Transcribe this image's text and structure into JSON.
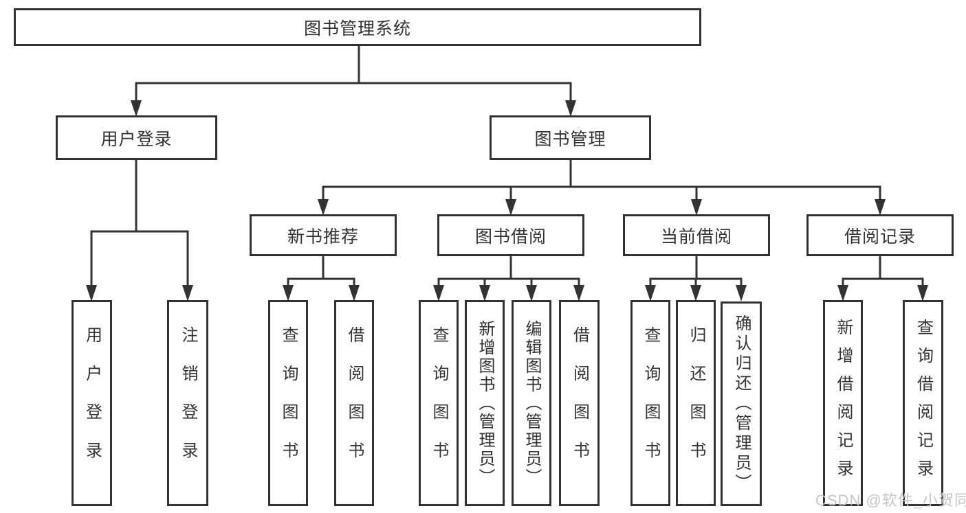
{
  "tree": {
    "label": "图书管理系统",
    "children": [
      {
        "label": "用户登录",
        "children": [
          {
            "label": "用户登录"
          },
          {
            "label": "注销登录"
          }
        ]
      },
      {
        "label": "图书管理",
        "children": [
          {
            "label": "新书推荐",
            "children": [
              {
                "label": "查询图书"
              },
              {
                "label": "借阅图书"
              }
            ]
          },
          {
            "label": "图书借阅",
            "children": [
              {
                "label": "查询图书"
              },
              {
                "label": "新增图书（管理员）"
              },
              {
                "label": "编辑图书（管理员）"
              },
              {
                "label": "借阅图书"
              }
            ]
          },
          {
            "label": "当前借阅",
            "children": [
              {
                "label": "查询图书"
              },
              {
                "label": "归还图书"
              },
              {
                "label": "确认归还（管理员）"
              }
            ]
          },
          {
            "label": "借阅记录",
            "children": [
              {
                "label": "新增借阅记录"
              },
              {
                "label": "查询借阅记录"
              }
            ]
          }
        ]
      }
    ]
  },
  "watermark": "CSDN @软件_小贺同学",
  "colors": {
    "line": "#333333",
    "border": "#323232",
    "text": "#333333",
    "watermark": "#c6c6c6",
    "background": "#ffffff"
  }
}
